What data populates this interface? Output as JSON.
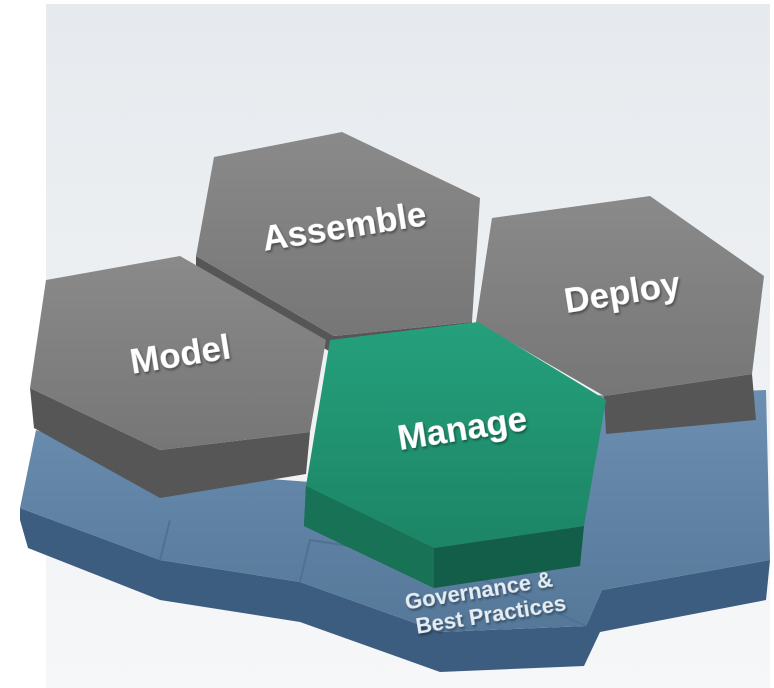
{
  "diagram": {
    "tiles": {
      "assemble": {
        "label": "Assemble"
      },
      "deploy": {
        "label": "Deploy"
      },
      "model": {
        "label": "Model"
      },
      "manage": {
        "label": "Manage"
      }
    },
    "base": {
      "label_line1": "Governance &",
      "label_line2": "Best Practices"
    }
  },
  "colors": {
    "background_top": "#e6eaee",
    "background_bottom": "#f6f7f8",
    "gray_top": "#7d7d7d",
    "gray_side": "#565656",
    "green_top": "#1f8e6e",
    "green_side": "#135e48",
    "blue_top": "#5f82a6",
    "blue_side": "#3c5c80",
    "label": "#ffffff"
  }
}
